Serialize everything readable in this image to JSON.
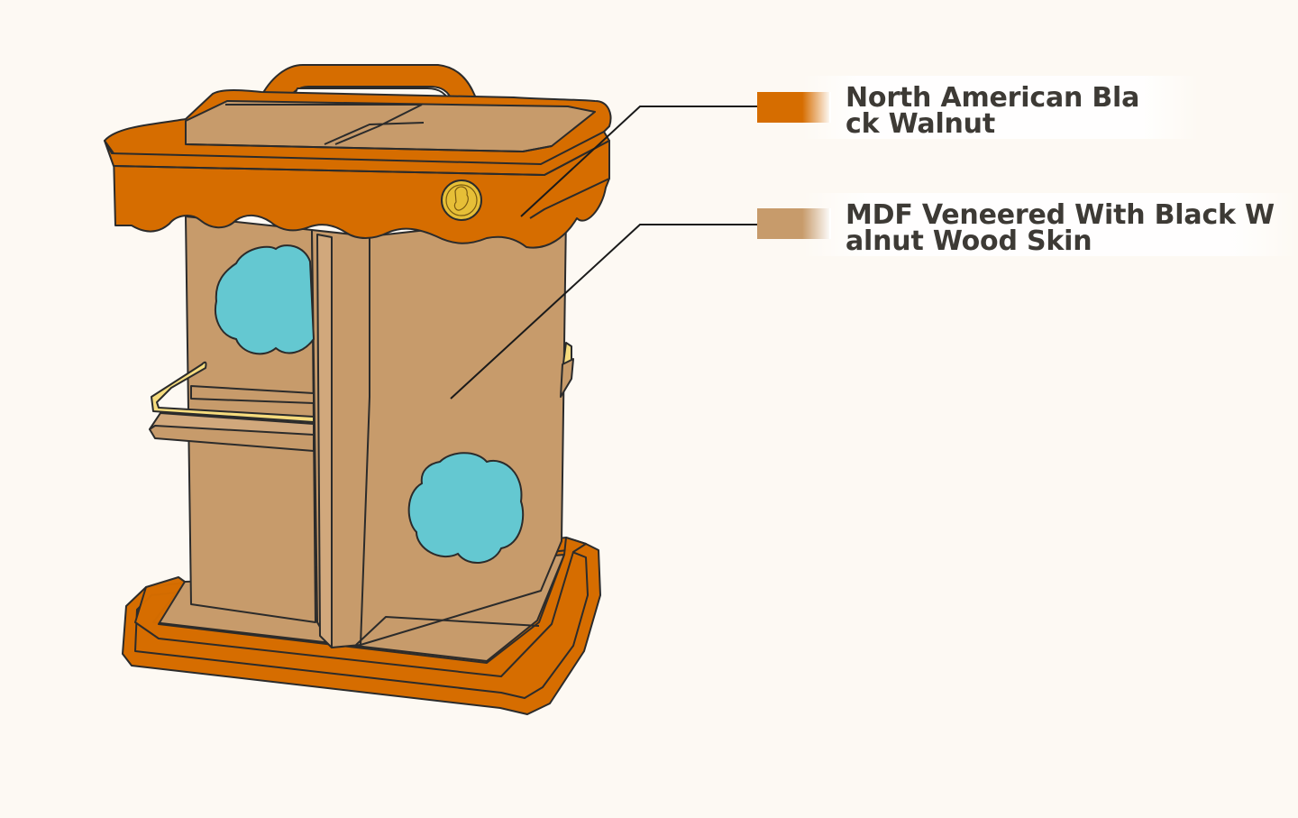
{
  "colors": {
    "background": "#fdf9f3",
    "walnut_solid": "#d66d00",
    "mdf_veneer": "#c79b6b",
    "outline": "#2b2b2b",
    "hole_fill": "#64c8d1",
    "brass": "#f6dc7e",
    "coin": "#e6bf37"
  },
  "legend": [
    {
      "line1": "North American Bla",
      "line2": "ck Walnut",
      "swatch_color": "#d66d00"
    },
    {
      "line1": "MDF Veneered With Black W",
      "line2": "alnut Wood Skin",
      "swatch_color": "#c79b6b"
    }
  ]
}
